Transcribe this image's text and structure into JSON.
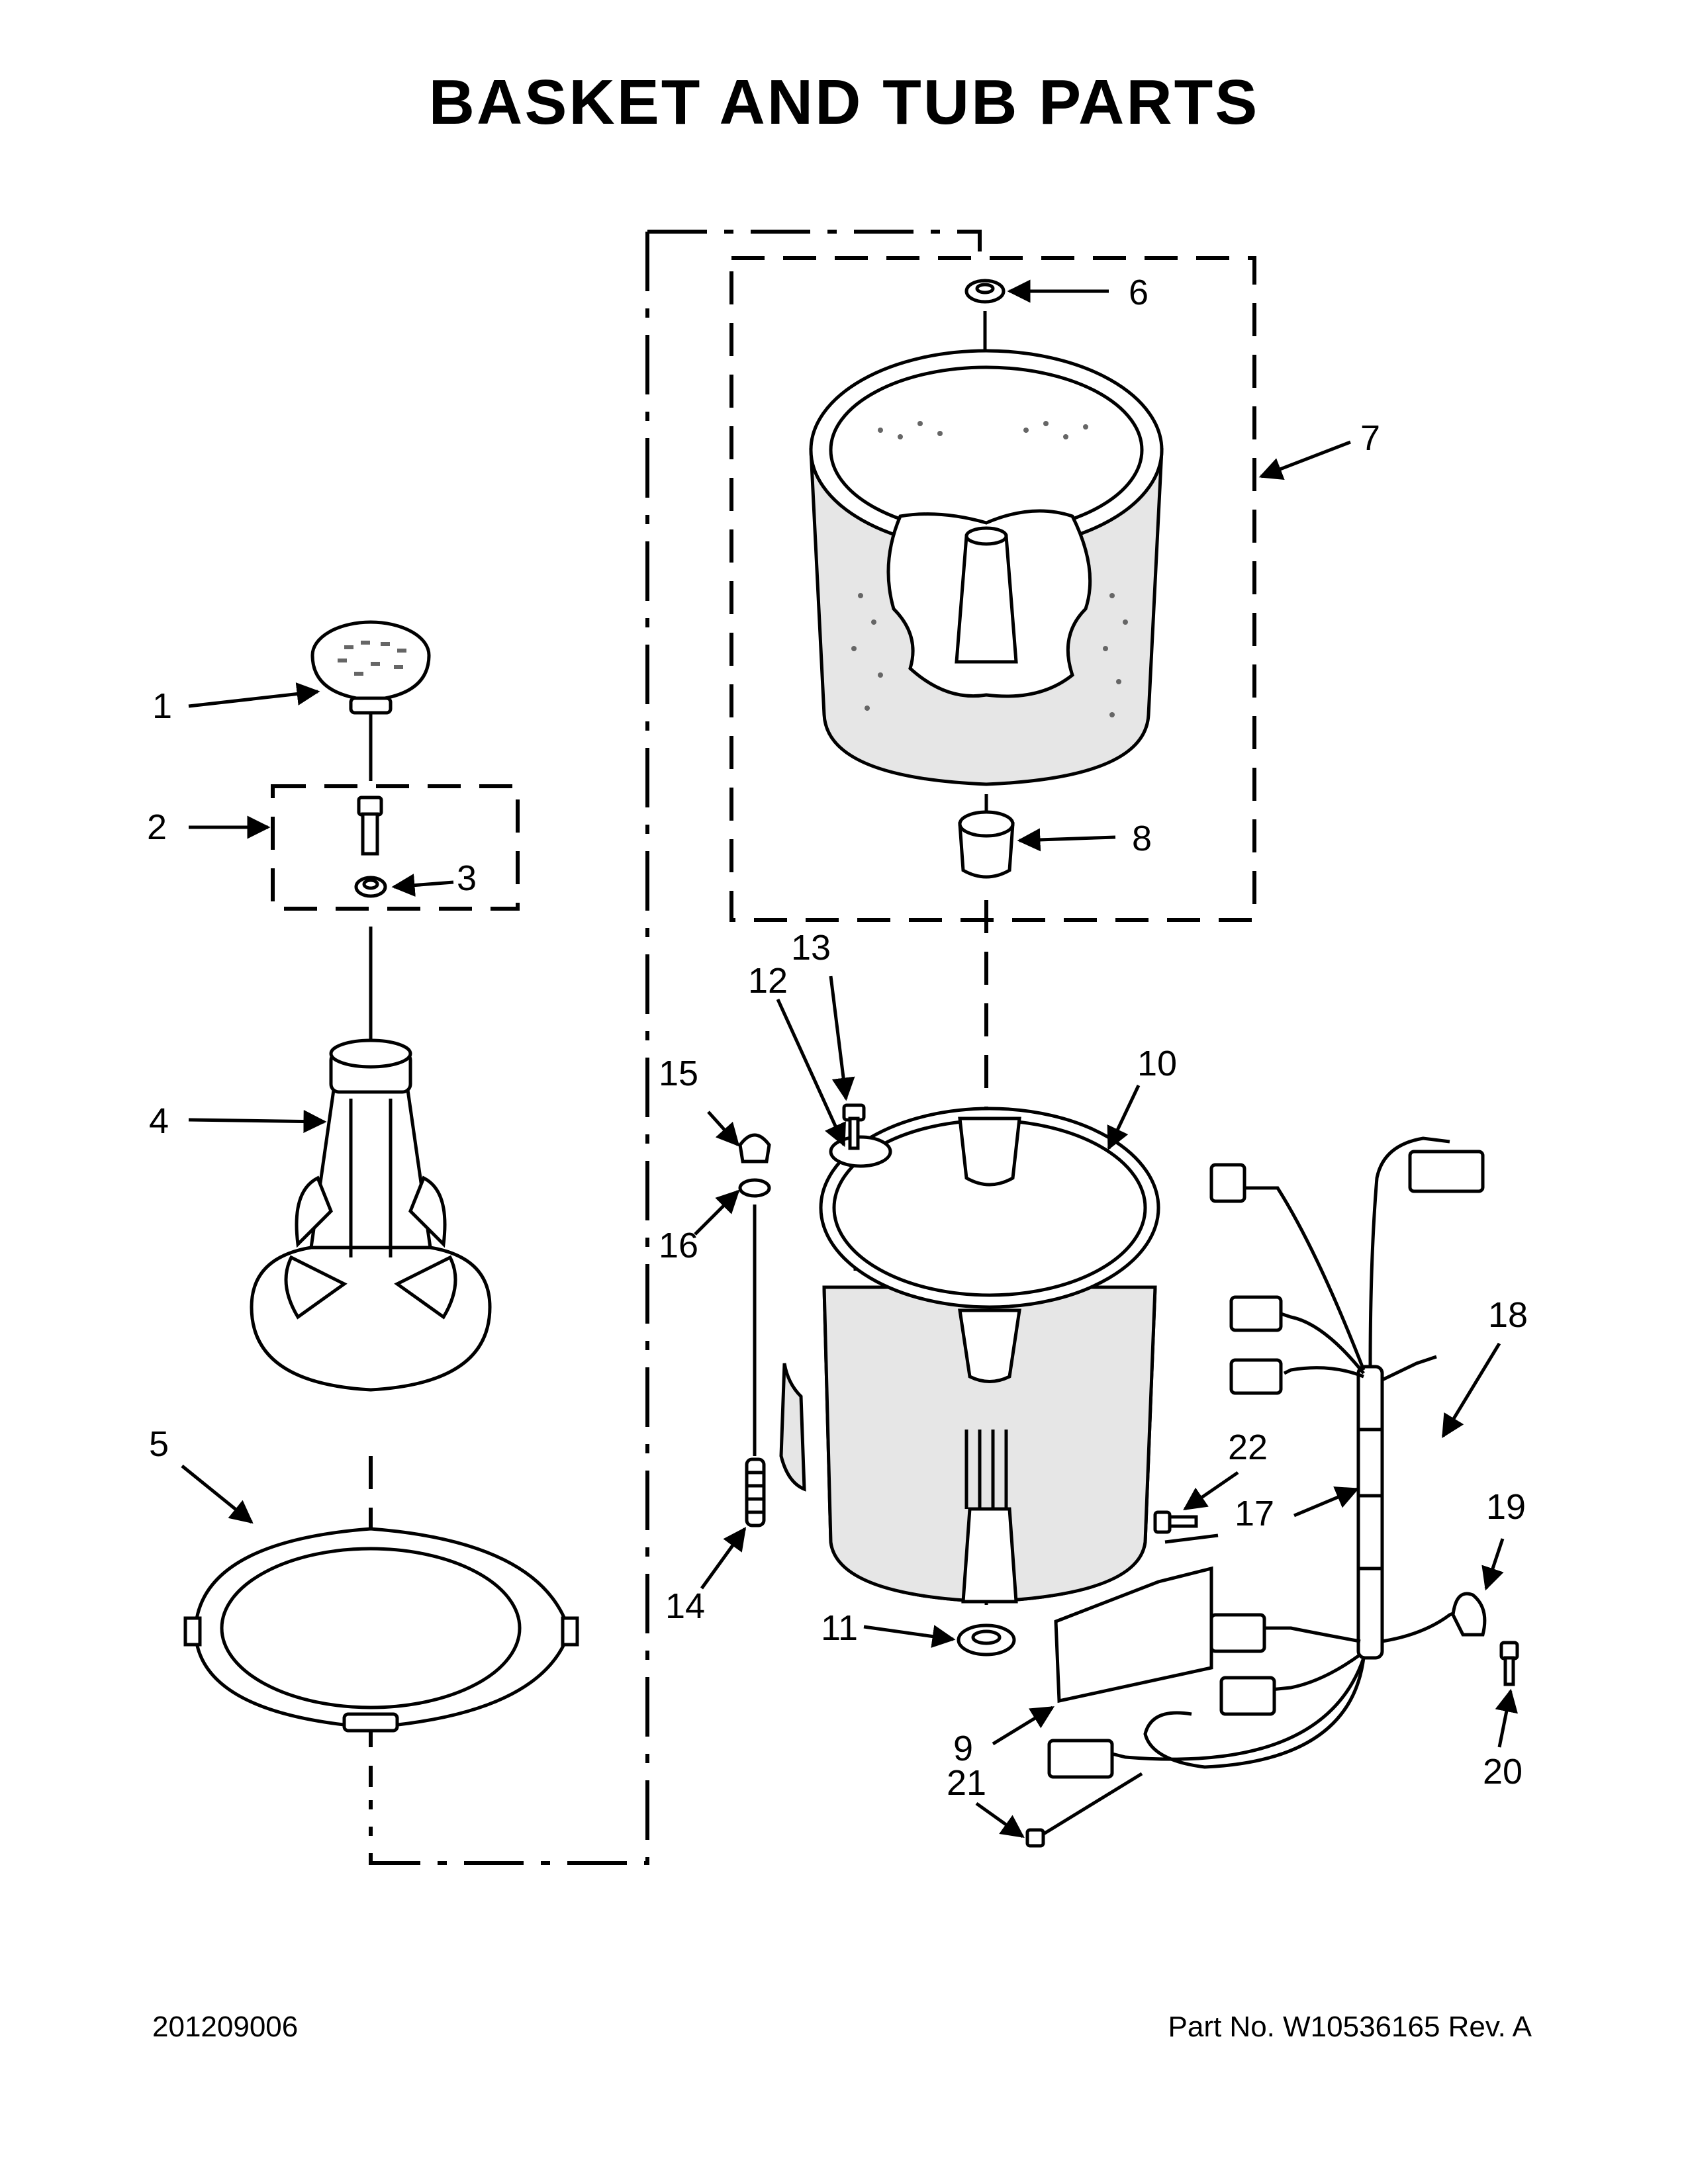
{
  "title": "BASKET AND TUB PARTS",
  "footer": {
    "diagram_number": "201209006",
    "part_number": "Part No.  W10536165  Rev.  A"
  },
  "callouts": [
    "1",
    "2",
    "3",
    "4",
    "5",
    "6",
    "7",
    "8",
    "9",
    "10",
    "11",
    "12",
    "13",
    "14",
    "15",
    "16",
    "17",
    "18",
    "19",
    "20",
    "21",
    "22"
  ]
}
